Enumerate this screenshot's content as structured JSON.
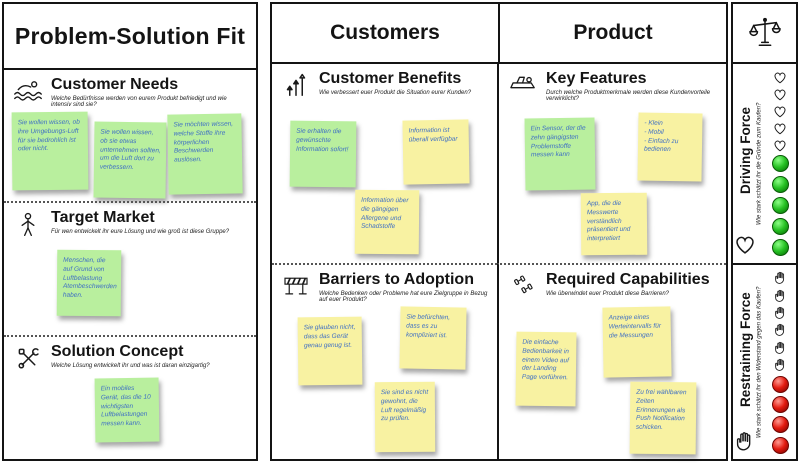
{
  "left_panel": {
    "title": "Problem-Solution Fit",
    "sections": [
      {
        "title": "Customer Needs",
        "icon": "swimmer-icon",
        "subtitle": "Welche Bedürfnisse werden von eurem Produkt befriedigt und wie intensiv sind sie?",
        "notes": [
          {
            "color": "green",
            "text": "Sie wollen wissen, ob ihre Umgebungs-Luft für sie bedrohlich ist oder nicht."
          },
          {
            "color": "green",
            "text": "Sie wollen wissen, ob sie etwas unternehmen sollten, um die Luft dort zu verbessern."
          },
          {
            "color": "green",
            "text": "Sie möchten wissen, welche Stoffe ihre körperlichen Beschwerden auslösen."
          }
        ]
      },
      {
        "title": "Target Market",
        "icon": "person-icon",
        "subtitle": "Für wen entwickelt ihr eure Lösung und wie groß ist diese Gruppe?",
        "notes": [
          {
            "color": "green",
            "text": "Menschen, die auf Grund von Luftbelastung Atembeschwerden haben."
          }
        ]
      },
      {
        "title": "Solution Concept",
        "icon": "tools-icon",
        "subtitle": "Welche Lösung entwickelt ihr und was ist daran einzigartig?",
        "notes": [
          {
            "color": "green",
            "text": "Ein mobiles Gerät, das die 10 wichtigsten Luftbelastungen messen kann."
          }
        ]
      }
    ]
  },
  "center_panel": {
    "column_headers": [
      "Customers",
      "Product"
    ],
    "cells": [
      {
        "title": "Customer Benefits",
        "icon": "rising-arrows-icon",
        "subtitle": "Wie verbessert euer Produkt die Situation eurer Kunden?",
        "notes": [
          {
            "color": "green",
            "text": "Sie erhalten die gewünschte Information sofort!"
          },
          {
            "color": "yellow",
            "text": "Information ist überall verfügbar"
          },
          {
            "color": "yellow",
            "text": "Information über die gängigen Allergene und Schadstoffe"
          }
        ]
      },
      {
        "title": "Key Features",
        "icon": "plane-tool-icon",
        "subtitle": "Durch welche Produktmerkmale werden diese Kundenvorteile verwirklicht?",
        "notes": [
          {
            "color": "green",
            "text": "Ein Sensor, der die zehn gängigsten Problemstoffe messen kann"
          },
          {
            "color": "yellow",
            "text": "- Klein\n- Mobil\n- Einfach zu bedienen"
          },
          {
            "color": "yellow",
            "text": "App, die die Messwerte verständlich präsentiert und interpretiert"
          }
        ]
      },
      {
        "title": "Barriers to Adoption",
        "icon": "barrier-icon",
        "subtitle": "Welche Bedenken oder Probleme hat eure Zielgruppe in Bezug auf euer Produkt?",
        "notes": [
          {
            "color": "yellow",
            "text": "Sie glauben nicht, dass das Gerät genau genug ist."
          },
          {
            "color": "yellow",
            "text": "Sie befürchten, dass es zu kompliziert ist."
          },
          {
            "color": "yellow",
            "text": "Sie sind es nicht gewohnt, die Luft regelmäßig zu prüfen."
          }
        ]
      },
      {
        "title": "Required Capabilities",
        "icon": "dumbbells-icon",
        "subtitle": "Wie überwindet euer Produkt diese Barrieren?",
        "notes": [
          {
            "color": "yellow",
            "text": "Die einfache Bedienbarkeit in einem Video auf der Landing Page vorführen."
          },
          {
            "color": "yellow",
            "text": "Anzeige eines Werteintervalls für die Messungen"
          },
          {
            "color": "yellow",
            "text": "Zu frei wählbaren Zeiten Erinnerungen als Push Notification schicken."
          }
        ]
      }
    ]
  },
  "right_panel": {
    "balance_icon": "balance-scale-icon",
    "driving_force": {
      "label": "Driving Force",
      "subtitle": "Wie stark schätzt ihr die Gründe zum Kaufen?",
      "marker_icon": "heart-icon",
      "scale_total": 10,
      "empty_markers": 5,
      "filled_balls": 5,
      "fill_color": "#1fbf1f"
    },
    "restraining_force": {
      "label": "Restraining Force",
      "subtitle": "Wie stark schätzt ihr den Widerstand gegen das Kaufen?",
      "marker_icon": "hand-icon",
      "scale_total": 10,
      "empty_markers": 6,
      "filled_balls": 4,
      "fill_color": "#d41414"
    }
  }
}
